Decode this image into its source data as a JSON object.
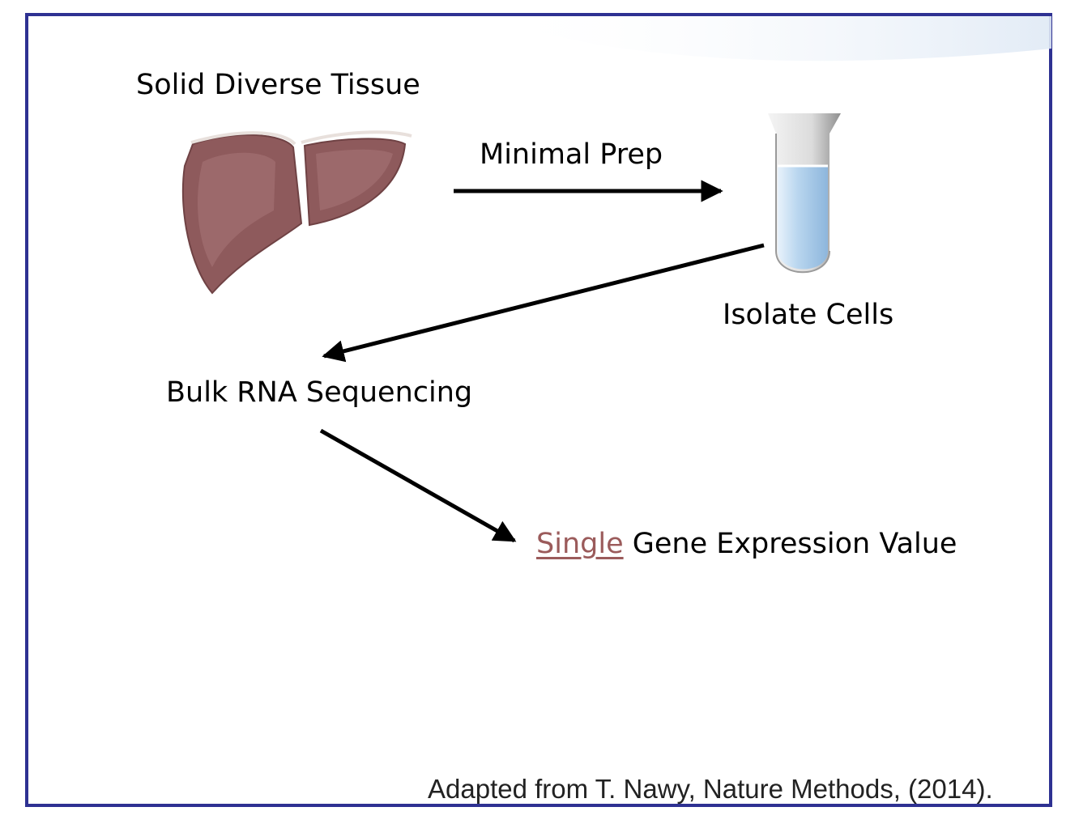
{
  "labels": {
    "tissue": "Solid Diverse Tissue",
    "prep": "Minimal Prep",
    "isolate": "Isolate Cells",
    "bulk": "Bulk RNA Sequencing",
    "result_emphasis": "Single",
    "result_rest": " Gene Expression Value"
  },
  "citation": "Adapted from T. Nawy, Nature Methods, (2014).",
  "colors": {
    "frame": "#2e3192",
    "accent": "#9b5b5b",
    "liver": "#8e5a5c",
    "tube_liquid": "#b9d6ef"
  },
  "icons": {
    "tissue": "liver-icon",
    "cells": "test-tube-icon"
  }
}
